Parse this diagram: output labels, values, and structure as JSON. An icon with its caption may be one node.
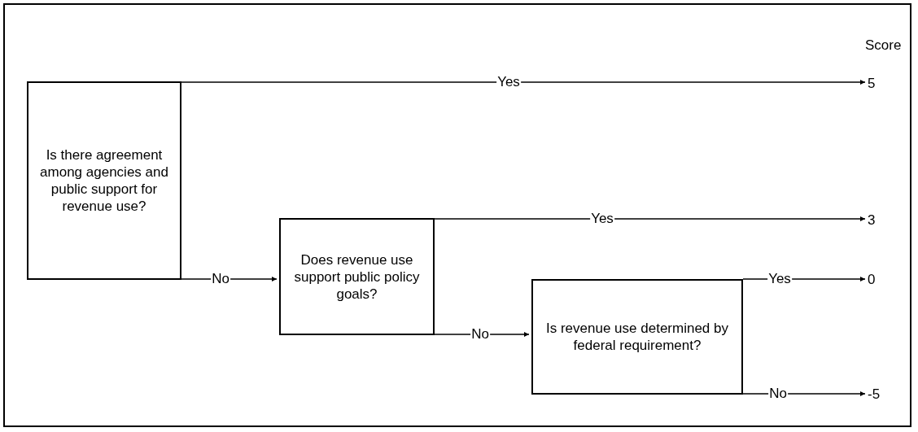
{
  "diagram": {
    "nodes": [
      {
        "text": [
          "Is there agreement among agencies and public support for revenue use?"
        ]
      },
      {
        "text": [
          "Does revenue use support public policy goals?"
        ]
      },
      {
        "text": [
          "Is revenue use determined by federal requirement?"
        ]
      },
      {
        "text": [
          "5"
        ]
      },
      {
        "text": [
          "3"
        ]
      },
      {
        "text": [
          "0"
        ]
      },
      {
        "text": [
          "-5"
        ]
      }
    ],
    "edges": [
      {
        "from": 0,
        "to": 3,
        "arrow": "to",
        "label": "Yes"
      },
      {
        "from": 0,
        "to": 1,
        "arrow": "to",
        "label": "No"
      },
      {
        "from": 1,
        "to": 4,
        "arrow": "to",
        "label": "Yes"
      },
      {
        "from": 1,
        "to": 2,
        "arrow": "to",
        "label": "No"
      },
      {
        "from": 2,
        "to": 5,
        "arrow": "to",
        "label": "Yes"
      },
      {
        "from": 2,
        "to": 6,
        "arrow": "to",
        "label": "No"
      }
    ],
    "labels": [
      "Score"
    ]
  }
}
